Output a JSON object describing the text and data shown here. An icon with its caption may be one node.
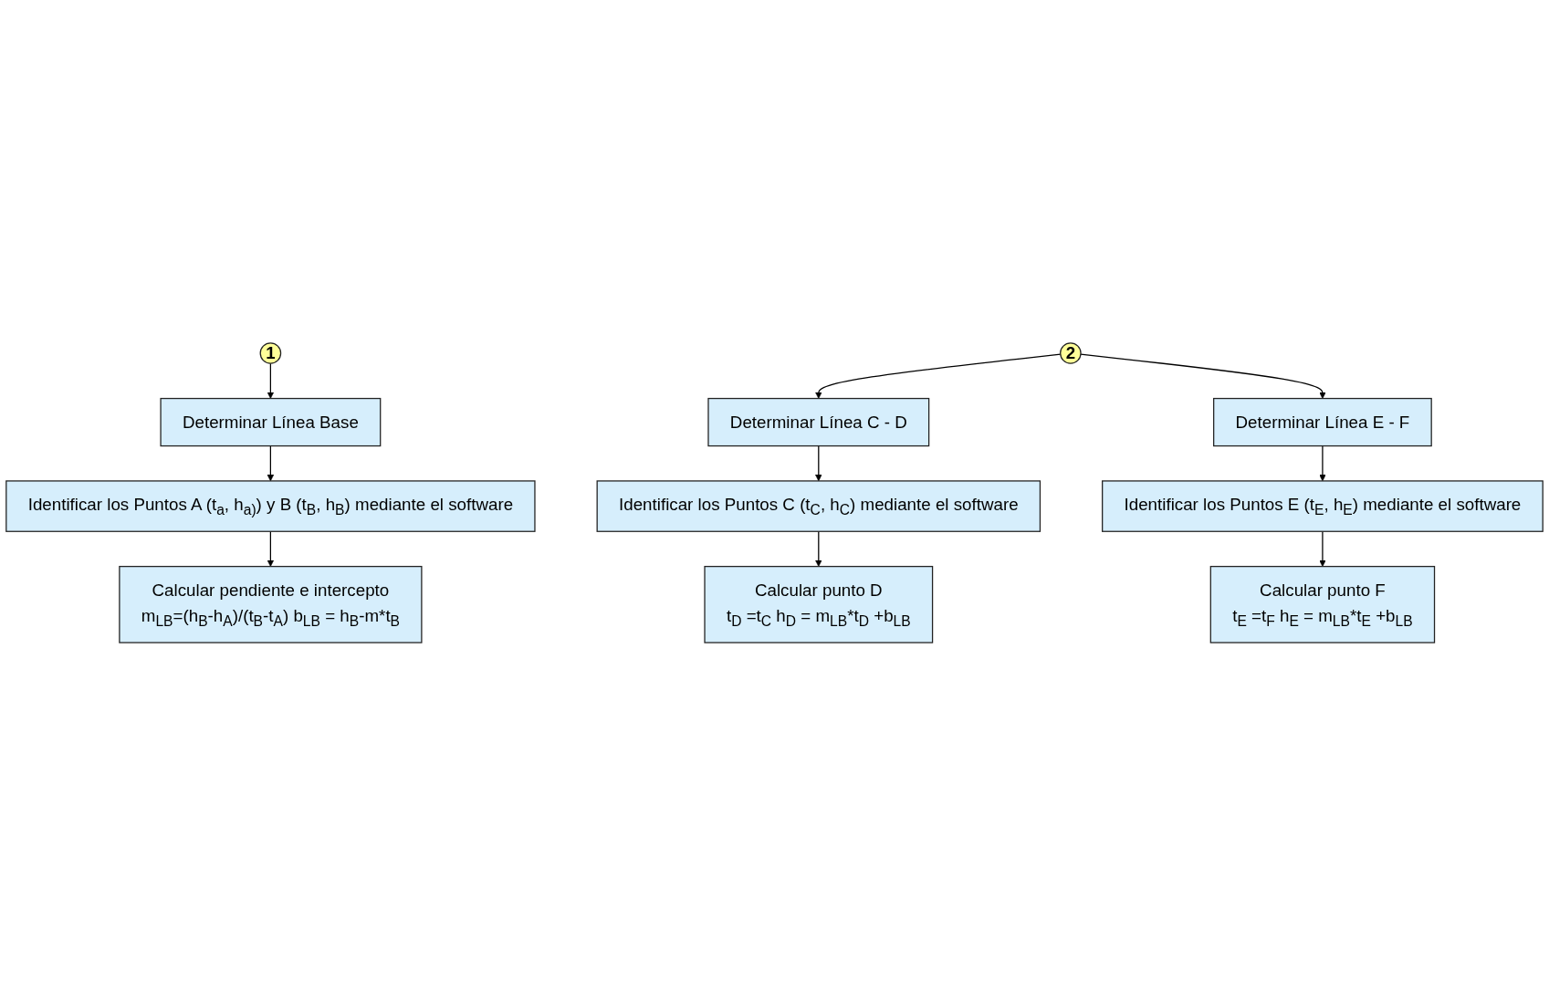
{
  "diagram": {
    "nodes": [
      {
        "text": [
          "1"
        ]
      },
      {
        "text": [
          "Determinar Línea Base"
        ]
      },
      {
        "text": [
          "Identificar los Puntos A (t$_{a}$, h$_{a)}$) y B (t$_{B}$, h$_{B}$) mediante el software"
        ]
      },
      {
        "text": [
          "Calcular pendiente e intercepto",
          "m$_{LB}$=(h$_{B}$-h$_{A}$)/(t$_{B}$-t$_{A}$) b$_{LB}$ = h$_{B}$-m*t$_{B}$"
        ]
      },
      {
        "text": [
          "2"
        ]
      },
      {
        "text": [
          "Determinar Línea C - D"
        ]
      },
      {
        "text": [
          "Identificar los Puntos C (t$_{C}$, h$_{C}$) mediante el software"
        ]
      },
      {
        "text": [
          "Calcular punto D",
          "t$_{D}$ =t$_{C}$ h$_{D}$ = m$_{LB}$*t$_{D}$ +b$_{LB}$"
        ]
      },
      {
        "text": [
          "Determinar Línea E - F"
        ]
      },
      {
        "text": [
          "Identificar los Puntos E (t$_{E}$, h$_{E}$) mediante el software"
        ]
      },
      {
        "text": [
          "Calcular punto F",
          "t$_{E}$ =t$_{F}$ h$_{E}$ = m$_{LB}$*t$_{E}$ +b$_{LB}$"
        ]
      }
    ],
    "edges": [
      {
        "from": 0,
        "to": 1,
        "arrow": "to"
      },
      {
        "from": 1,
        "to": 2,
        "arrow": "to"
      },
      {
        "from": 2,
        "to": 3,
        "arrow": "to"
      },
      {
        "from": 4,
        "to": 5,
        "arrow": "to"
      },
      {
        "from": 4,
        "to": 8,
        "arrow": "to"
      },
      {
        "from": 5,
        "to": 6,
        "arrow": "to"
      },
      {
        "from": 6,
        "to": 7,
        "arrow": "to"
      },
      {
        "from": 8,
        "to": 9,
        "arrow": "to"
      },
      {
        "from": 9,
        "to": 10,
        "arrow": "to"
      }
    ]
  }
}
